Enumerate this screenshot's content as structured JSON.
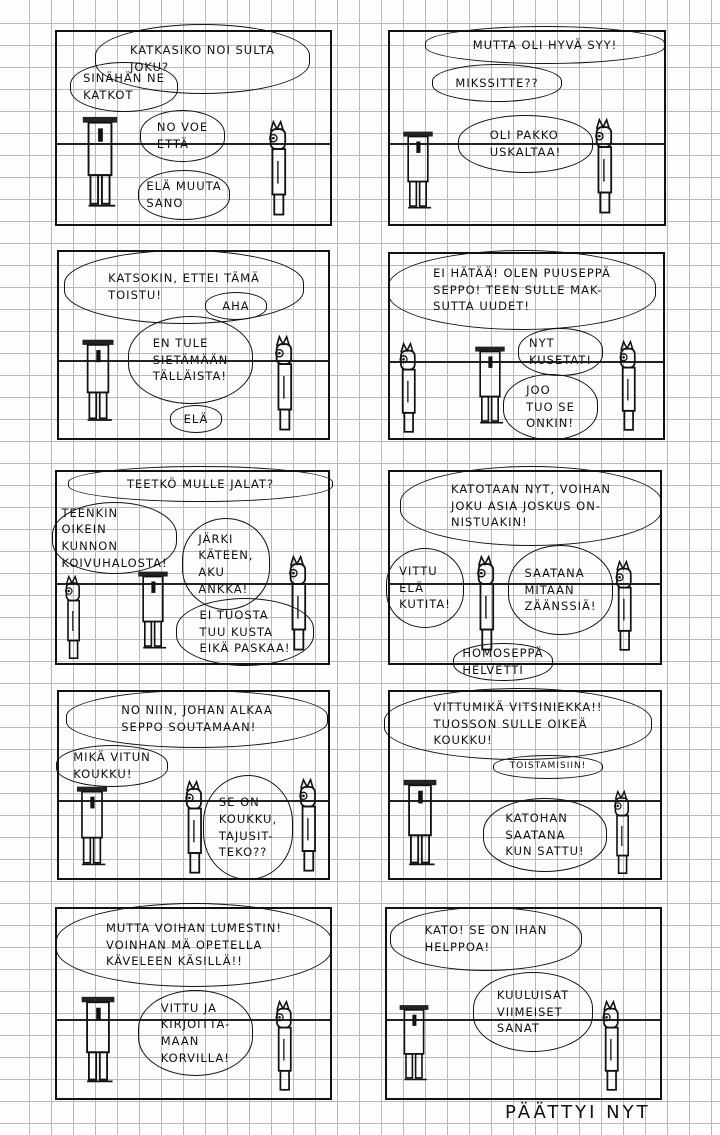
{
  "panels": [
    {
      "bubbles": [
        "Katkasiko noi sulta\n                       joku?",
        "Sinähän ne\nkatkot",
        "No voe\nettä",
        "Elä muuta\nsano"
      ]
    },
    {
      "bubbles": [
        "Mutta oli hyvä syy!",
        "Mikssitte??",
        "Oli pakko\nuskaltaa!"
      ]
    },
    {
      "bubbles": [
        "Katsokin, ettei tämä\ntoistu!",
        "Aha",
        "En tule\nsietämään\ntälläista!",
        "Elä"
      ]
    },
    {
      "bubbles": [
        "Ei hätää! Olen puuseppä\nSeppo! Teen sulle mak-\nsutta uudet!",
        "Nyt\nkusetat!",
        "Joo\ntuo se\nonkin!"
      ]
    },
    {
      "bubbles": [
        "Teetkö mulle jalat?",
        "Teenkin\noikein\nkunnon\nkoivuhalosta!",
        "Järki\nkäteen,\nAku\nAnkka!",
        "Ei tuosta\ntuu kusta\neikä paskaa!"
      ]
    },
    {
      "bubbles": [
        "Katotaan nyt, voihan\njoku asia joskus on-\nnistuakin!",
        "Vittu\nelä\nkutita!",
        "Saatana\nmitään\nzäänssiä!",
        "Homoseppä\nhelvetti"
      ]
    },
    {
      "bubbles": [
        "No niin, johan alkaa\nSeppo soutamaan!",
        "Mikä vitun\nkoukku!",
        "Se on\nkoukku,\ntajusit-\nteko??"
      ]
    },
    {
      "bubbles": [
        "Vittumikä vitsiniekka!!\nTuosson sulle oikeä\nkoukku!",
        "Toistamisiin!",
        "Katohan\nsaatana\nkun sattu!"
      ]
    },
    {
      "bubbles": [
        "Mutta voihan lumestin!\nVoinhan mä opetella\nkäveleen käsillä!!",
        "Vittu ja\nkirjoitta-\nmaan\nkorvilla!"
      ]
    },
    {
      "bubbles": [
        "Kato! Se on ihan\nhelppoa!",
        "Kuuluisat\nviimeiset\nsanat"
      ]
    }
  ],
  "ending": "Päättyi nyt"
}
